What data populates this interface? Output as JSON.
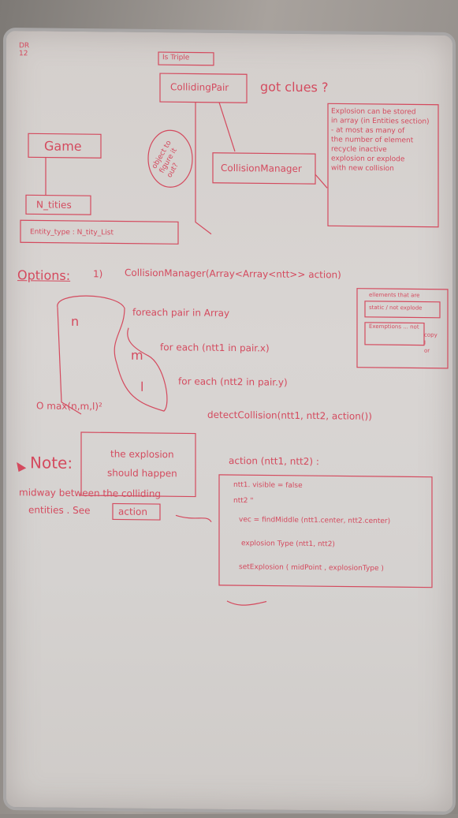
{
  "board": {
    "corner_label": "DR 12",
    "top_label": "Is Triple",
    "colliding_pair": "CollidingPair",
    "got_clues": "got clues ?",
    "game": "Game",
    "n_tities": "N_tities",
    "entity_type": "Entity_type : N_tity_List",
    "collision_manager": "CollisionManager",
    "side_note": "object to figure it out?",
    "right_note": [
      "Explosion can be stored",
      "in array (in Entities section)",
      "- at most as many of",
      "the number of element",
      "recycle inactive",
      "explosion or explode",
      "with new collision"
    ],
    "options": "Options:",
    "option_num": "1)",
    "option_line": "CollisionManager(Array<Array<ntt>> action)",
    "foreach1": "foreach pair in Array",
    "foreach2": "for each (ntt1 in pair.x)",
    "foreach3": "for each (ntt2 in pair.y)",
    "detect": "detectCollision(ntt1, ntt2, action())",
    "n_label": "n",
    "m_label": "m",
    "l_label": "l",
    "complexity": "O max(n,m,l)²",
    "small_box_note": [
      "ellements that are",
      "static / not explode",
      "Exemptions ... not",
      "copy",
      "I",
      "or"
    ],
    "note_label": "Note:",
    "note_text": [
      "the explosion",
      "should happen",
      "midway between the colliding",
      "entities . See"
    ],
    "note_action": "action",
    "action_def": "action (ntt1, ntt2) :",
    "action_lines": [
      "ntt1. visible = false",
      "ntt2    \"",
      "vec = findMiddle (ntt1.center, ntt2.center)",
      "explosion Type (ntt1, ntt2)",
      "setExplosion ( midPoint , explosionType )"
    ]
  }
}
